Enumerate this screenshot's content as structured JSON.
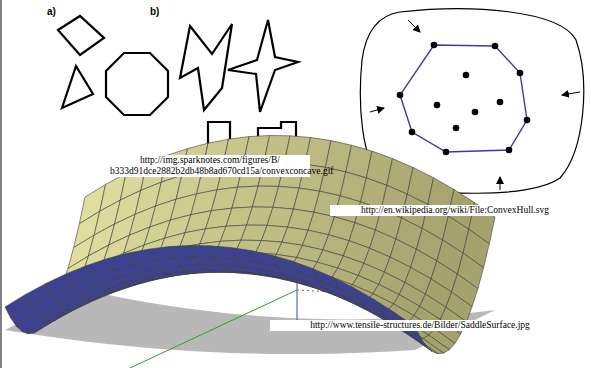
{
  "diagram": {
    "labels": [
      "a)",
      "b)",
      "http://img.sparknotes.com/figures/B/ b333d91dce2882b2db48b8ad670cd15a/convexconcave.gif",
      "http://en.wikipedia.org/wiki/File:ConvexHull.svg",
      "http://www.tensile-structures.de/Bilder/SaddleSurface.jpg"
    ]
  }
}
